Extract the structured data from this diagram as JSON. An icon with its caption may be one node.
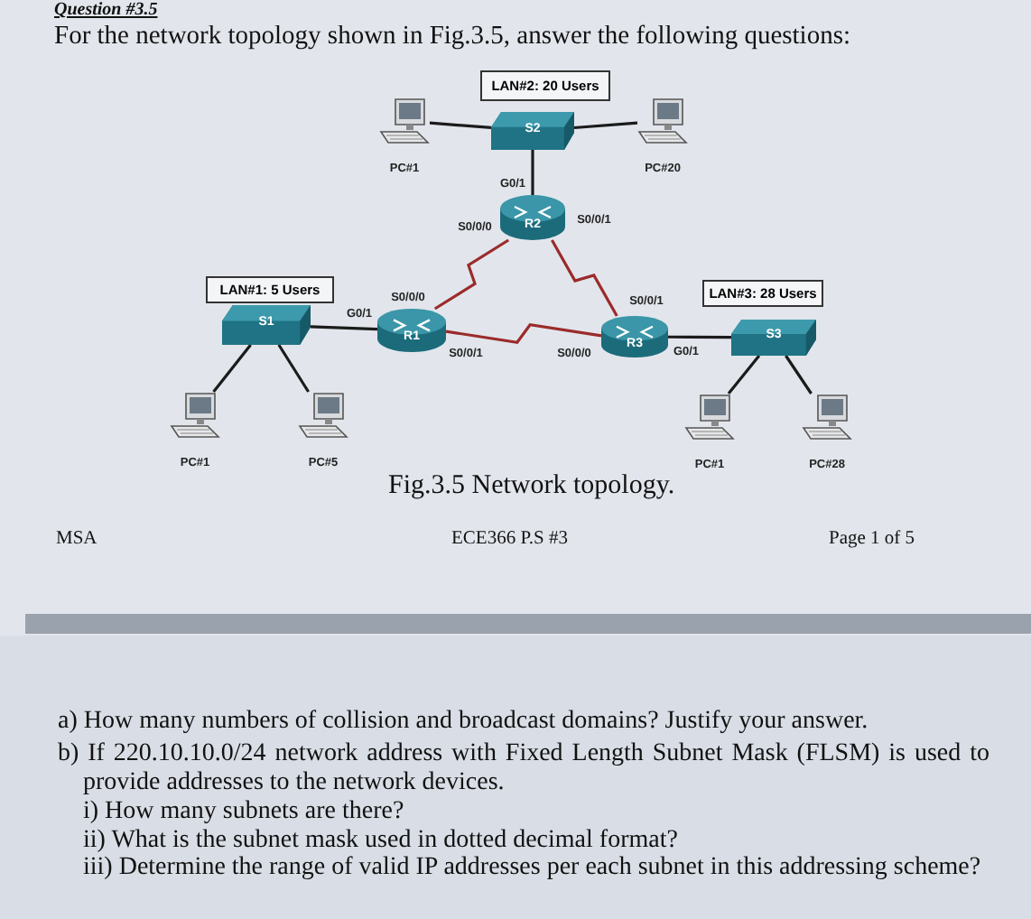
{
  "diagram": {
    "title": "Question #3.5",
    "caption": "Fig.3.5 Network topology.",
    "nodes": [
      {
        "text": [
          "LAN#2: 20 Users"
        ]
      },
      {
        "text": [
          "PC#1"
        ]
      },
      {
        "text": [
          "S2"
        ]
      },
      {
        "text": [
          "PC#20"
        ]
      },
      {
        "text": [
          "R2"
        ],
        "beside": [
          "G0/1",
          "S0/0/0",
          "S0/0/1"
        ]
      },
      {
        "text": [
          "LAN#1: 5 Users"
        ]
      },
      {
        "text": [
          "LAN#3: 28 Users"
        ]
      },
      {
        "text": [
          "S1"
        ]
      },
      {
        "text": [
          "R1"
        ],
        "beside": [
          "S0/0/0",
          "G0/1",
          "S0/0/1"
        ]
      },
      {
        "text": [
          "R3"
        ],
        "beside": [
          "S0/0/1",
          "S0/0/0",
          "G0/1"
        ]
      },
      {
        "text": [
          "S3"
        ]
      },
      {
        "text": [
          "PC#1"
        ]
      },
      {
        "text": [
          "PC#5"
        ]
      },
      {
        "text": [
          "PC#1"
        ]
      },
      {
        "text": [
          "PC#28"
        ]
      }
    ],
    "edges": [
      {
        "from": 1,
        "to": 2,
        "arrow": "none"
      },
      {
        "from": 2,
        "to": 3,
        "arrow": "none"
      },
      {
        "from": 2,
        "to": 4,
        "arrow": "none"
      },
      {
        "from": 4,
        "to": 8,
        "arrow": "none",
        "color": "#9b2b2b"
      },
      {
        "from": 4,
        "to": 9,
        "arrow": "none",
        "color": "#9b2b2b"
      },
      {
        "from": 8,
        "to": 9,
        "arrow": "none",
        "color": "#9b2b2b"
      },
      {
        "from": 7,
        "to": 8,
        "arrow": "none"
      },
      {
        "from": 7,
        "to": 11,
        "arrow": "none"
      },
      {
        "from": 7,
        "to": 12,
        "arrow": "none"
      },
      {
        "from": 9,
        "to": 10,
        "arrow": "none"
      },
      {
        "from": 10,
        "to": 13,
        "arrow": "none"
      },
      {
        "from": 10,
        "to": 14,
        "arrow": "none"
      }
    ],
    "labels": [
      "For the network topology shown in Fig.3.5, answer the following questions:",
      "MSA",
      "ECE366 P.S #3",
      "Page 1 of 5",
      "a) How many numbers of collision and broadcast domains? Justify your answer.",
      "b) If 220.10.10.0/24 network address with Fixed Length Subnet Mask (FLSM) is used to provide addresses to the network devices.",
      "i) How many subnets are there?",
      "ii) What is the subnet mask used in dotted decimal format?",
      "iii) Determine the range of valid IP addresses per each subnet in this addressing scheme?"
    ]
  }
}
